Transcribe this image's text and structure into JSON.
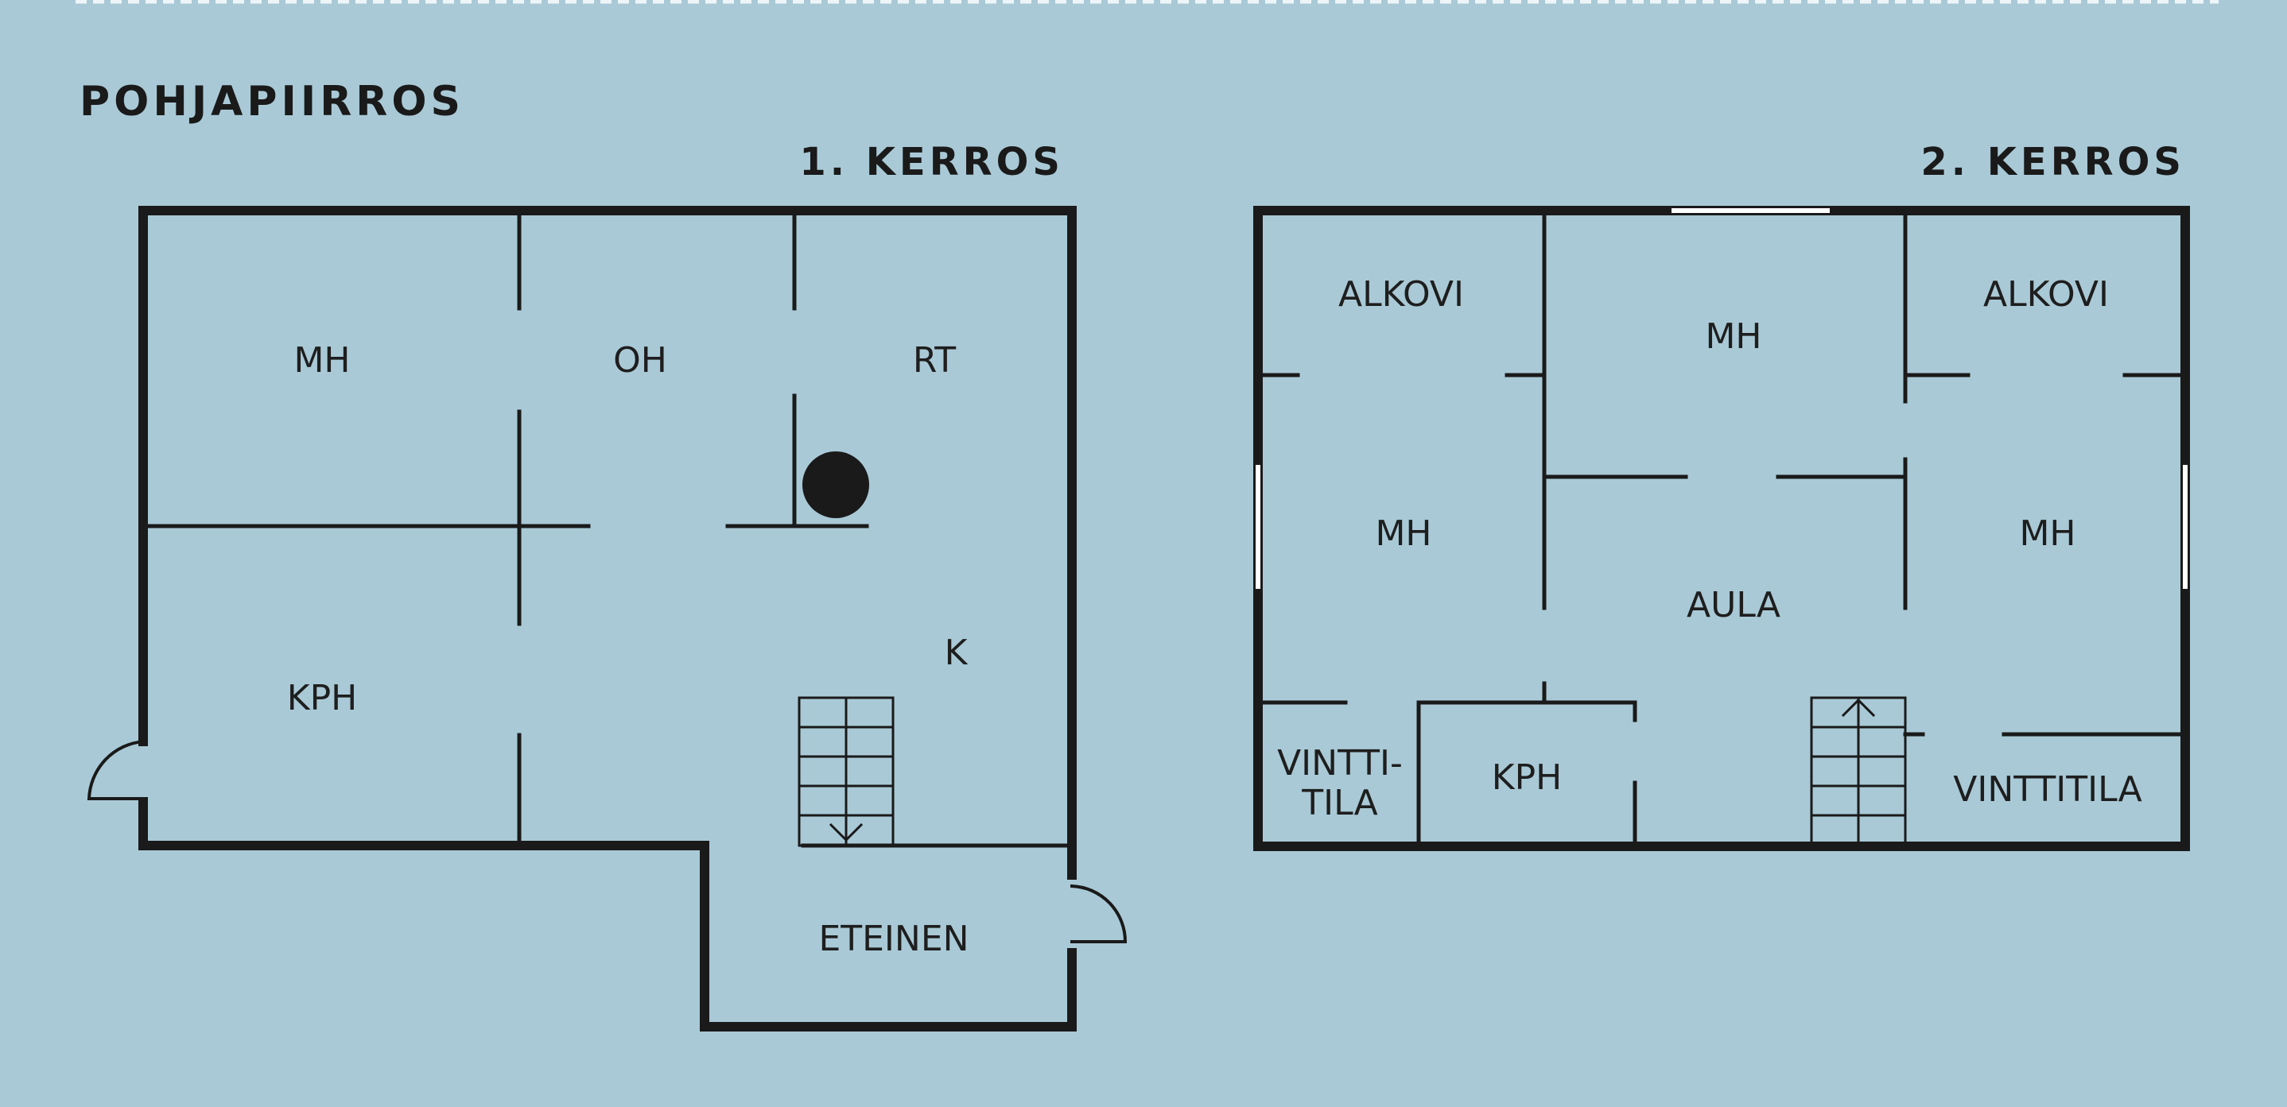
{
  "title": "POHJAPIIRROS",
  "colors": {
    "background": "#a9c9d6",
    "ink": "#1a1a1a",
    "window": "#ffffff"
  },
  "floor1": {
    "label": "1. KERROS",
    "rooms": {
      "mh": "MH",
      "oh": "OH",
      "rt": "RT",
      "k": "K",
      "kph": "KPH",
      "eteinen": "ETEINEN"
    }
  },
  "floor2": {
    "label": "2. KERROS",
    "rooms": {
      "alkovi_left": "ALKOVI",
      "mh_top": "MH",
      "alkovi_right": "ALKOVI",
      "mh_left": "MH",
      "mh_right": "MH",
      "aula": "AULA",
      "vintti_line1": "VINTTI-",
      "vintti_line2": "TILA",
      "kph": "KPH",
      "vinttitila": "VINTTITILA"
    }
  }
}
